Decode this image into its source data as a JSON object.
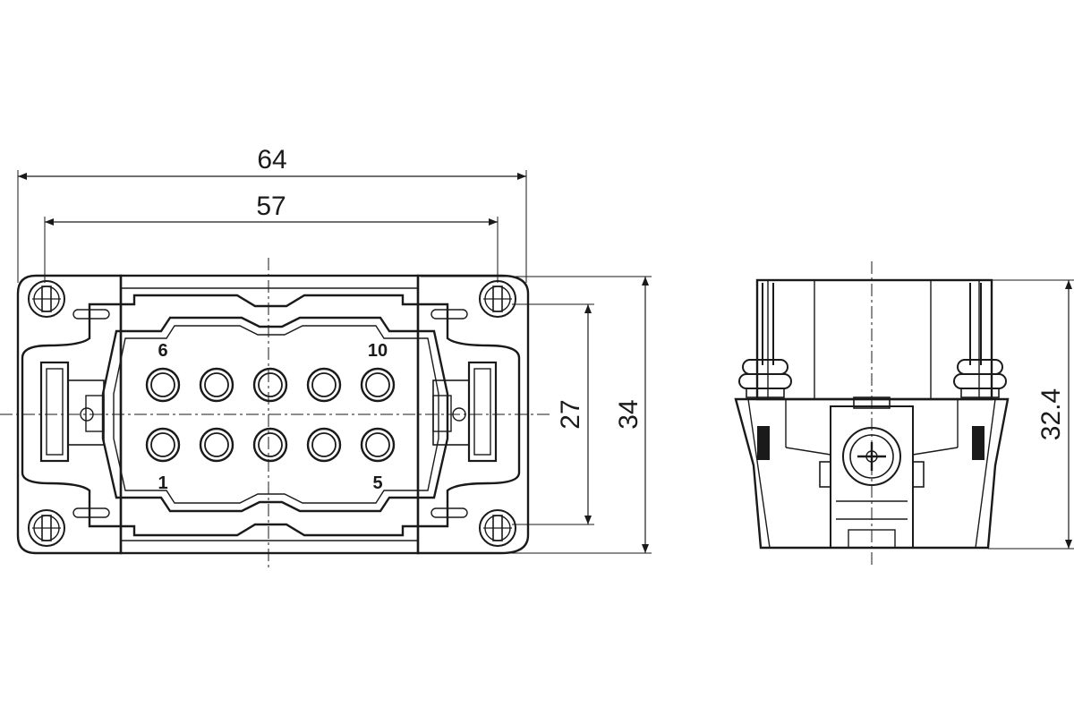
{
  "dimensions": {
    "overall_width": "64",
    "mounting_width": "57",
    "mounting_height": "27",
    "overall_height": "34",
    "side_height": "32.4"
  },
  "pins": {
    "top_left": "6",
    "top_right": "10",
    "bottom_left": "1",
    "bottom_right": "5"
  }
}
